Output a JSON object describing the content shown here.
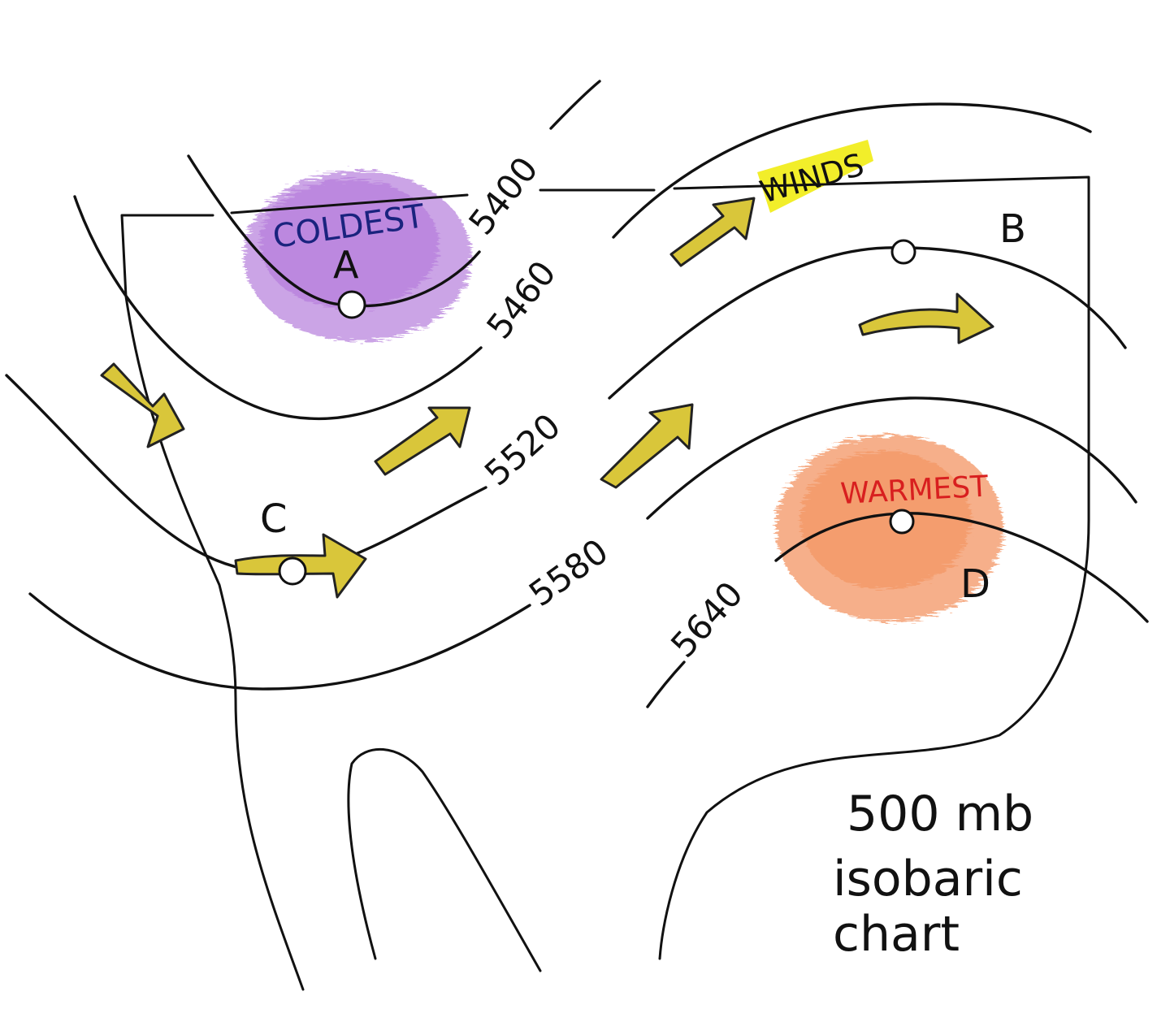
{
  "contour_labels": {
    "c5400": "5400",
    "c5460": "5460",
    "c5520": "5520",
    "c5580": "5580",
    "c5640": "5640"
  },
  "regions": {
    "coldest": "COLDEST",
    "warmest": "WARMEST",
    "winds": "WINDS"
  },
  "points": {
    "a": "A",
    "b": "B",
    "c": "C",
    "d": "D"
  },
  "caption": {
    "line1": "500 mb",
    "line2": "isobaric",
    "line3": "chart"
  },
  "colors": {
    "coldest_shading": "#a05ad2",
    "coldest_text": "#1a237e",
    "warmest_shading": "#f07a3a",
    "warmest_text": "#d81f1f",
    "winds_highlight": "#f2ee2a",
    "arrow_fill": "#d9c63a",
    "line": "#111111"
  },
  "icons": {
    "arrow": "wind-arrow-icon",
    "point": "point-marker-icon"
  }
}
